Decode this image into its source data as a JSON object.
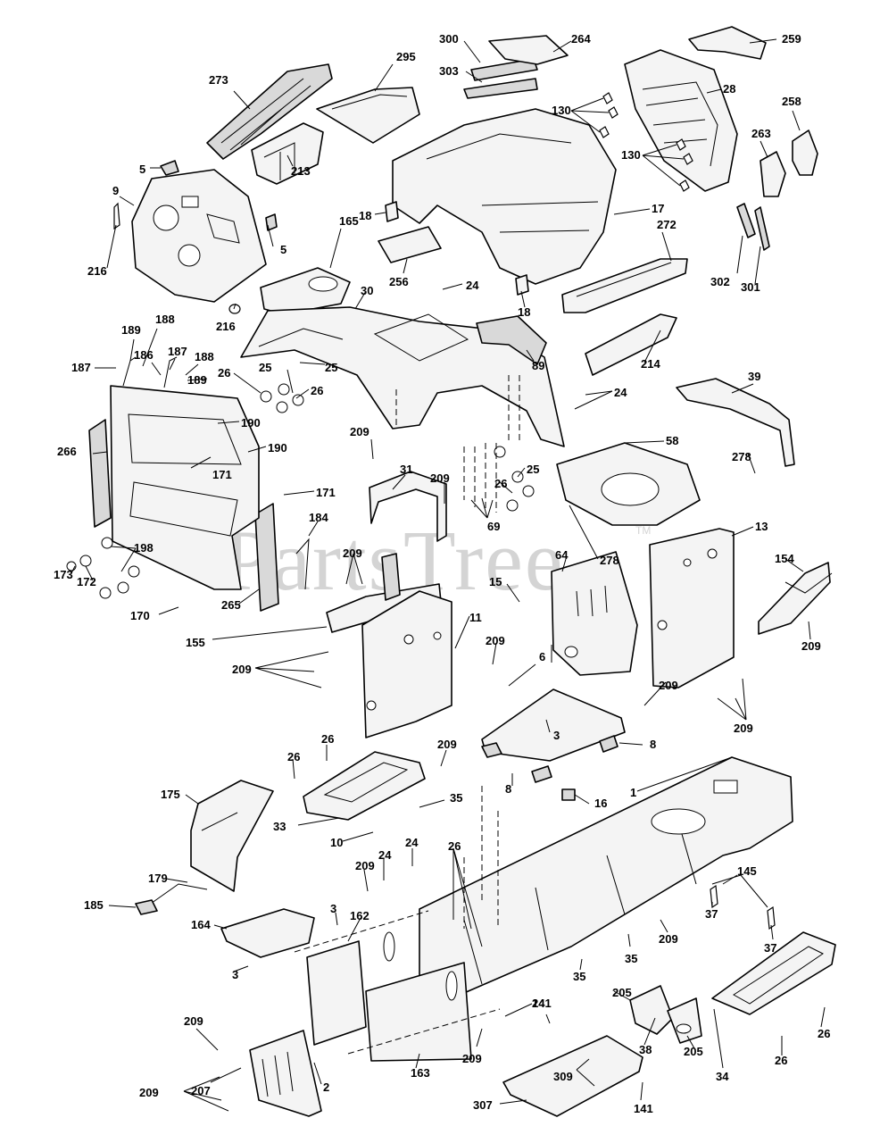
{
  "watermark": {
    "text": "PartsTree",
    "trademark": "TM"
  },
  "callouts": {
    "c300": "300",
    "c264": "264",
    "c259": "259",
    "c303": "303",
    "c295": "295",
    "c273": "273",
    "c28": "28",
    "c130a": "130",
    "c130b": "130",
    "c258": "258",
    "c263": "263",
    "c5a": "5",
    "c9": "9",
    "c213": "213",
    "c18a": "18",
    "c17": "17",
    "c5b": "5",
    "c216a": "216",
    "c165": "165",
    "c256": "256",
    "c24a": "24",
    "c272": "272",
    "c302": "302",
    "c301": "301",
    "c216b": "216",
    "c18b": "18",
    "c30": "30",
    "c89": "89",
    "c214": "214",
    "c189a": "189",
    "c188a": "188",
    "c187a": "187",
    "c187b": "187",
    "c186": "186",
    "c188b": "188",
    "c26a": "26",
    "c25a": "25",
    "c25b": "25",
    "c26b": "26",
    "c189b": "189",
    "c24b": "24",
    "c39": "39",
    "c190a": "190",
    "c190b": "190",
    "c266": "266",
    "c171a": "171",
    "c209a": "209",
    "c58": "58",
    "c25c": "25",
    "c209b": "209",
    "c31": "31",
    "c26c": "26",
    "c278a": "278",
    "c171b": "171",
    "c69": "69",
    "c184": "184",
    "c198": "198",
    "c278b": "278",
    "c13": "13",
    "c64": "64",
    "c154": "154",
    "c15": "15",
    "c173": "173",
    "c172": "172",
    "c209c": "209",
    "c265": "265",
    "c170": "170",
    "c155": "155",
    "c11": "11",
    "c209d": "209",
    "c209e": "209",
    "c209f": "209",
    "c6": "6",
    "c3a": "3",
    "c209g": "209",
    "c209h": "209",
    "c26d": "26",
    "c209i": "209",
    "c26e": "26",
    "c8a": "8",
    "c8b": "8",
    "c1": "1",
    "c175": "175",
    "c35a": "35",
    "c16": "16",
    "c33": "33",
    "c10": "10",
    "c24c": "24",
    "c26f": "26",
    "c24d": "24",
    "c209j": "209",
    "c179": "179",
    "c145": "145",
    "c185": "185",
    "c37a": "37",
    "c3b": "3",
    "c162": "162",
    "c164": "164",
    "c209k": "209",
    "c37b": "37",
    "c35b": "35",
    "c3c": "3",
    "c35c": "35",
    "c141a": "141",
    "c205a": "205",
    "c24e": "24",
    "c209l": "209",
    "c38": "38",
    "c205b": "205",
    "c26g": "26",
    "c26h": "26",
    "c209m": "209",
    "c207": "207",
    "c2": "2",
    "c309": "309",
    "c34": "34",
    "c209n": "209",
    "c163": "163",
    "c307": "307",
    "c141b": "141"
  }
}
